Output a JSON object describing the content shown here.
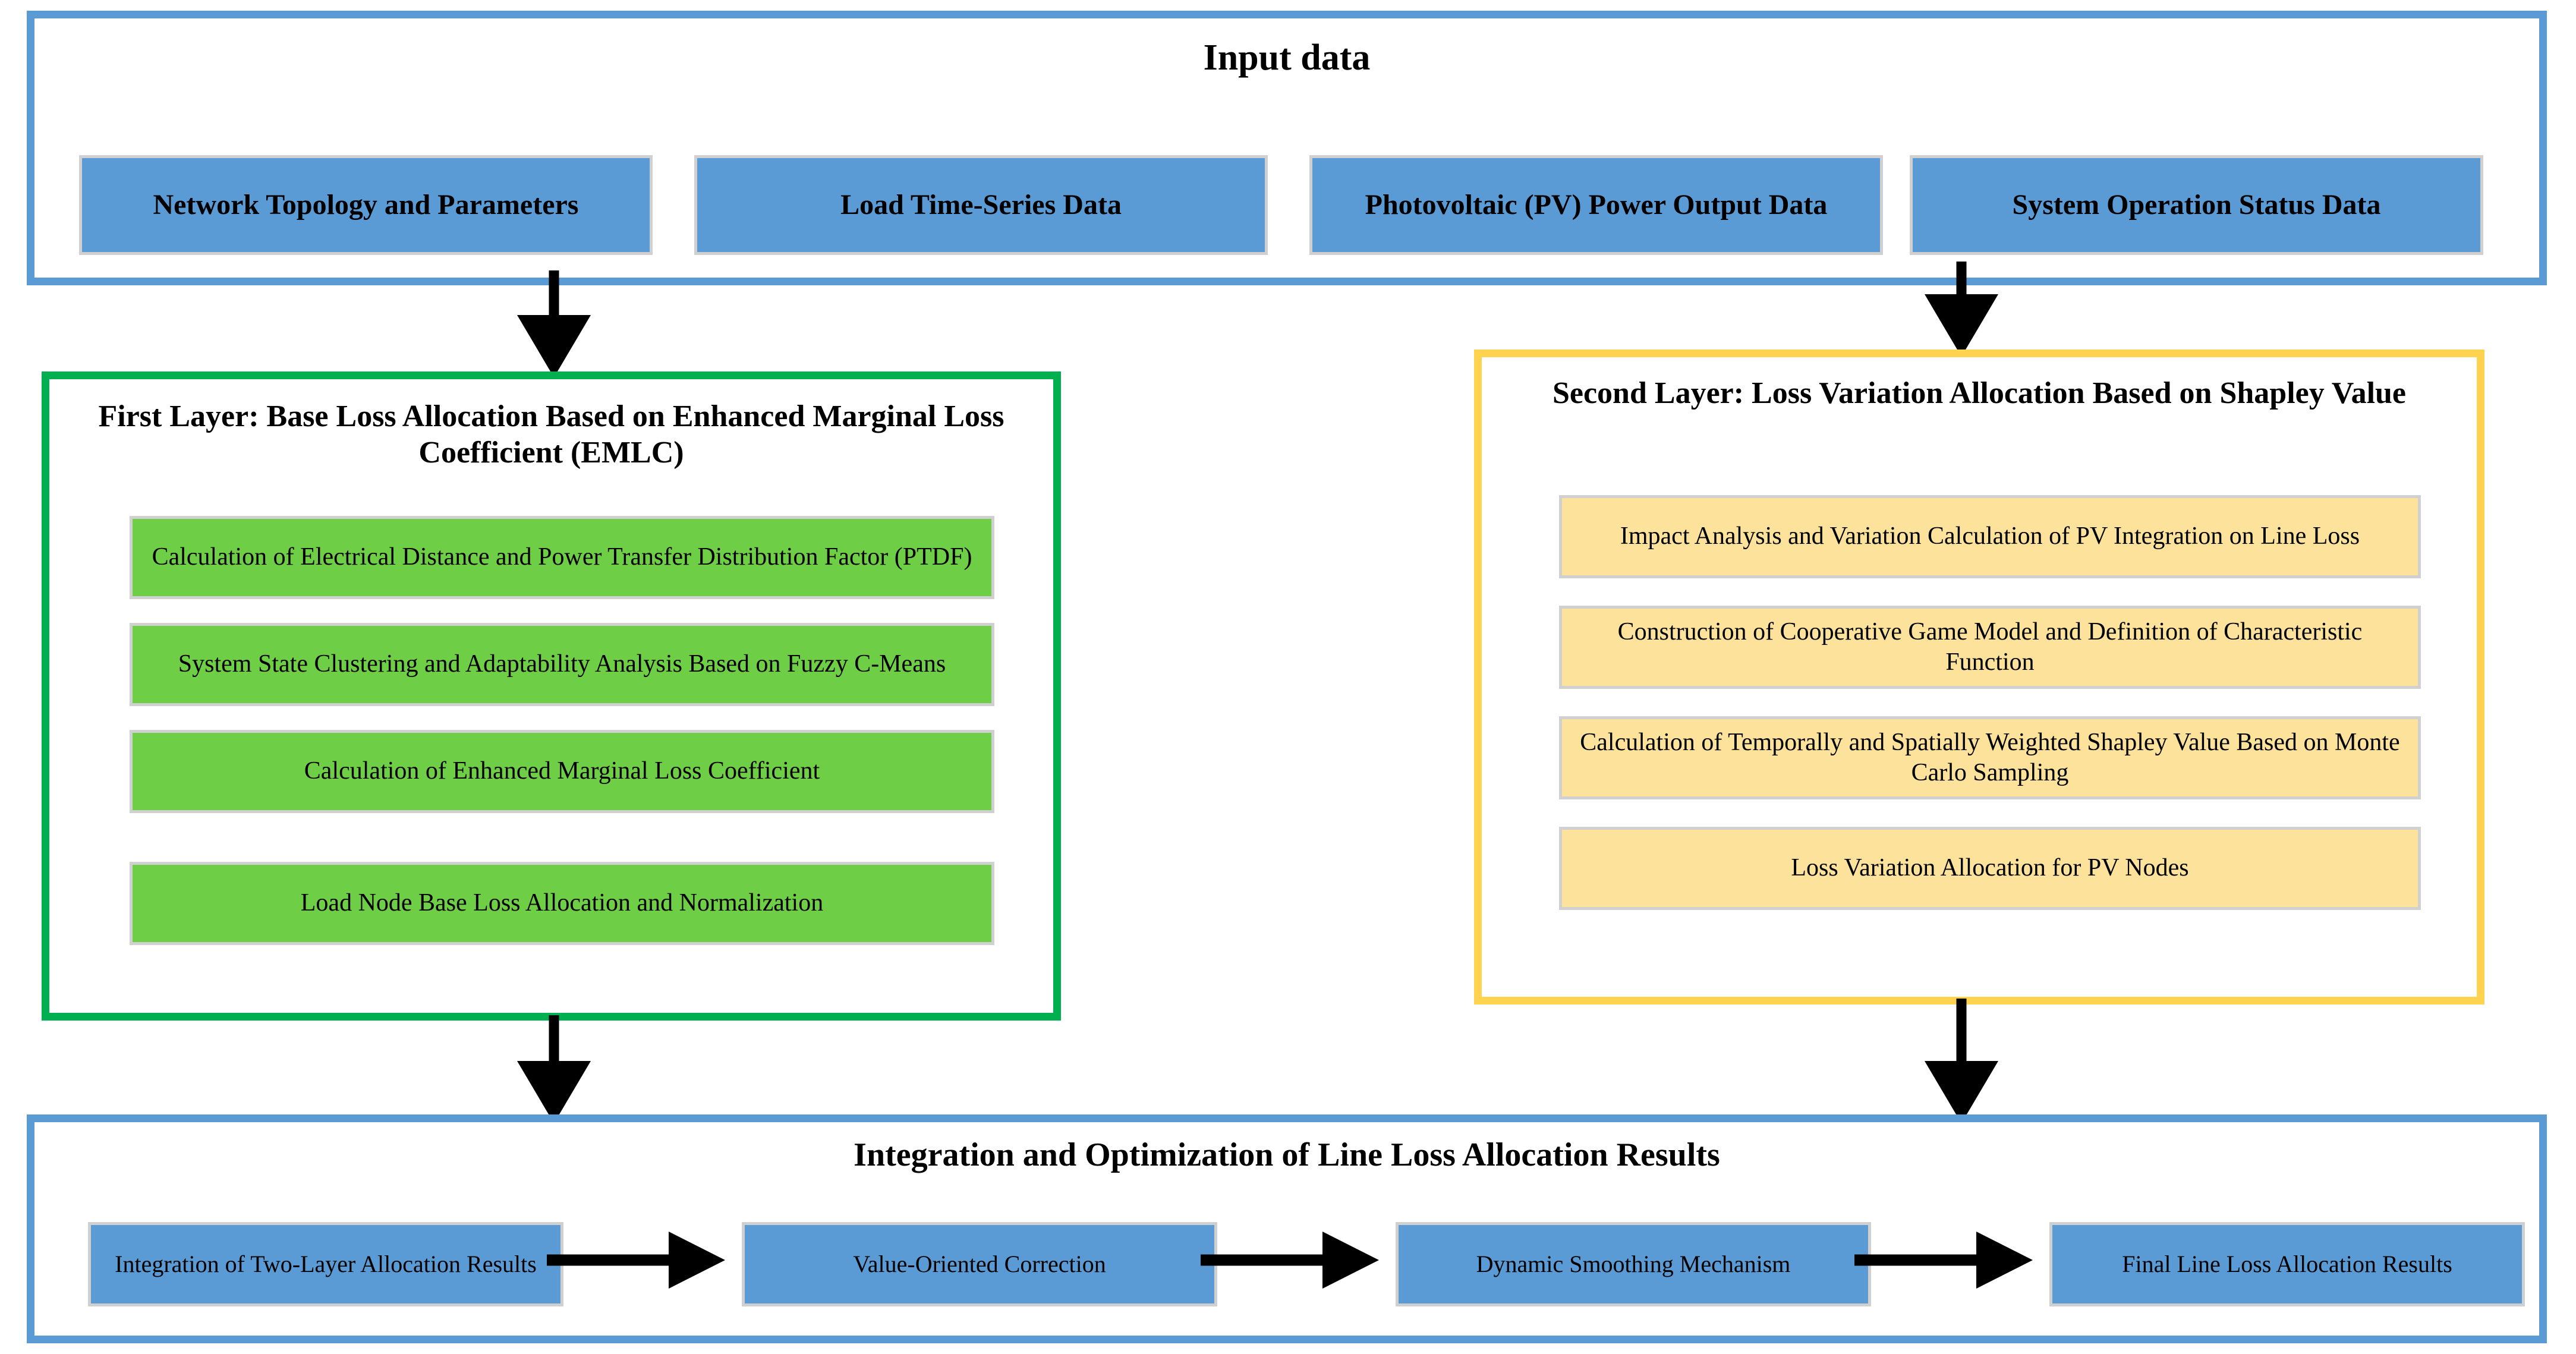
{
  "colors": {
    "blue_border": "#5B9BD5",
    "blue_fill": "#5B9BD5",
    "green_border": "#00B050",
    "green_fill": "#6ECE45",
    "yellow_border": "#FFD34F",
    "yellow_fill": "#FCE29A",
    "node_outline": "#D0D0D0",
    "arrow": "#000000",
    "background": "#FFFFFF"
  },
  "input_section": {
    "title": "Input data",
    "items": [
      {
        "label": "Network Topology and Parameters"
      },
      {
        "label": "Load Time-Series Data"
      },
      {
        "label": "Photovoltaic (PV) Power Output Data"
      },
      {
        "label": "System Operation Status Data"
      }
    ]
  },
  "first_layer": {
    "title": "First Layer: Base Loss Allocation Based on Enhanced Marginal Loss Coefficient (EMLC)",
    "items": [
      {
        "label": "Calculation of Electrical Distance and Power Transfer Distribution Factor (PTDF)"
      },
      {
        "label": "System State Clustering and Adaptability Analysis Based on Fuzzy C-Means"
      },
      {
        "label": "Calculation of Enhanced Marginal Loss Coefficient"
      },
      {
        "label": "Load Node Base Loss Allocation and Normalization"
      }
    ]
  },
  "second_layer": {
    "title": "Second Layer: Loss Variation Allocation Based on Shapley Value",
    "items": [
      {
        "label": "Impact Analysis and Variation Calculation of PV Integration on Line Loss"
      },
      {
        "label": "Construction of Cooperative Game Model and Definition of Characteristic Function"
      },
      {
        "label": "Calculation of Temporally and Spatially Weighted Shapley Value Based on Monte Carlo Sampling"
      },
      {
        "label": "Loss Variation Allocation for PV Nodes"
      }
    ]
  },
  "integration_section": {
    "title": "Integration and Optimization of Line Loss Allocation Results",
    "items": [
      {
        "label": "Integration of Two-Layer Allocation Results"
      },
      {
        "label": "Value-Oriented Correction"
      },
      {
        "label": "Dynamic Smoothing Mechanism"
      },
      {
        "label": "Final Line Loss Allocation Results"
      }
    ]
  },
  "connectors": [
    {
      "name": "input-to-first-layer",
      "direction": "down"
    },
    {
      "name": "input-to-second-layer",
      "direction": "down"
    },
    {
      "name": "first-layer-to-integration",
      "direction": "down"
    },
    {
      "name": "second-layer-to-integration",
      "direction": "down"
    },
    {
      "name": "integration-step-1-to-2",
      "direction": "right"
    },
    {
      "name": "integration-step-2-to-3",
      "direction": "right"
    },
    {
      "name": "integration-step-3-to-4",
      "direction": "right"
    }
  ]
}
